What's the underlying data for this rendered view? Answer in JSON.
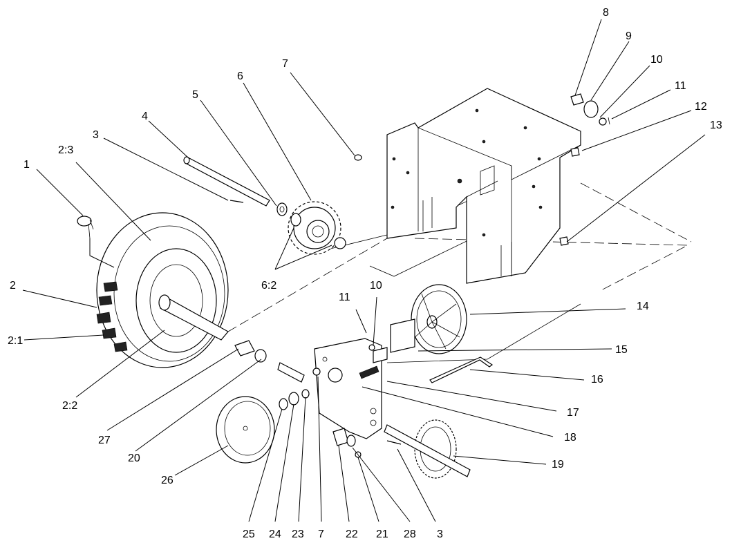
{
  "callouts": [
    {
      "id": "c1",
      "text": "1"
    },
    {
      "id": "c2",
      "text": "2"
    },
    {
      "id": "c2_1",
      "text": "2:1"
    },
    {
      "id": "c2_2",
      "text": "2:2"
    },
    {
      "id": "c2_3",
      "text": "2:3"
    },
    {
      "id": "c3a",
      "text": "3"
    },
    {
      "id": "c3b",
      "text": "3"
    },
    {
      "id": "c4",
      "text": "4"
    },
    {
      "id": "c5",
      "text": "5"
    },
    {
      "id": "c6",
      "text": "6"
    },
    {
      "id": "c6_2",
      "text": "6:2"
    },
    {
      "id": "c7a",
      "text": "7"
    },
    {
      "id": "c7b",
      "text": "7"
    },
    {
      "id": "c8",
      "text": "8"
    },
    {
      "id": "c9",
      "text": "9"
    },
    {
      "id": "c10a",
      "text": "10"
    },
    {
      "id": "c10b",
      "text": "10"
    },
    {
      "id": "c11a",
      "text": "11"
    },
    {
      "id": "c11b",
      "text": "11"
    },
    {
      "id": "c12",
      "text": "12"
    },
    {
      "id": "c13",
      "text": "13"
    },
    {
      "id": "c14",
      "text": "14"
    },
    {
      "id": "c15",
      "text": "15"
    },
    {
      "id": "c16",
      "text": "16"
    },
    {
      "id": "c17",
      "text": "17"
    },
    {
      "id": "c18",
      "text": "18"
    },
    {
      "id": "c19",
      "text": "19"
    },
    {
      "id": "c20",
      "text": "20"
    },
    {
      "id": "c21",
      "text": "21"
    },
    {
      "id": "c22",
      "text": "22"
    },
    {
      "id": "c23",
      "text": "23"
    },
    {
      "id": "c24",
      "text": "24"
    },
    {
      "id": "c25",
      "text": "25"
    },
    {
      "id": "c26",
      "text": "26"
    },
    {
      "id": "c27",
      "text": "27"
    },
    {
      "id": "c28",
      "text": "28"
    }
  ]
}
